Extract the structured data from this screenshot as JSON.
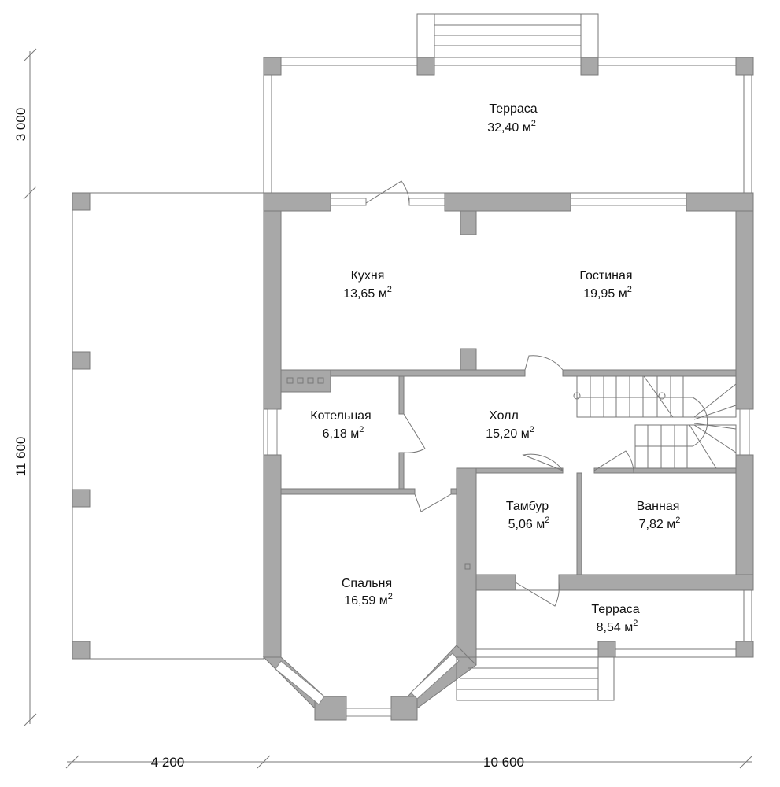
{
  "dimensions": {
    "left_top": "3 000",
    "left_total": "11 600",
    "bottom_left": "4 200",
    "bottom_total": "10 600"
  },
  "area_unit": "м",
  "area_exp": "2",
  "rooms": [
    {
      "name": "Терраса",
      "area": "32,40"
    },
    {
      "name": "Кухня",
      "area": "13,65"
    },
    {
      "name": "Гостиная",
      "area": "19,95"
    },
    {
      "name": "Котельная",
      "area": "6,18"
    },
    {
      "name": "Холл",
      "area": "15,20"
    },
    {
      "name": "Тамбур",
      "area": "5,06"
    },
    {
      "name": "Ванная",
      "area": "7,82"
    },
    {
      "name": "Спальня",
      "area": "16,59"
    },
    {
      "name": "Терраса",
      "area": "8,54"
    }
  ],
  "colors": {
    "wall": "#a8a8a8",
    "line": "#777777"
  }
}
